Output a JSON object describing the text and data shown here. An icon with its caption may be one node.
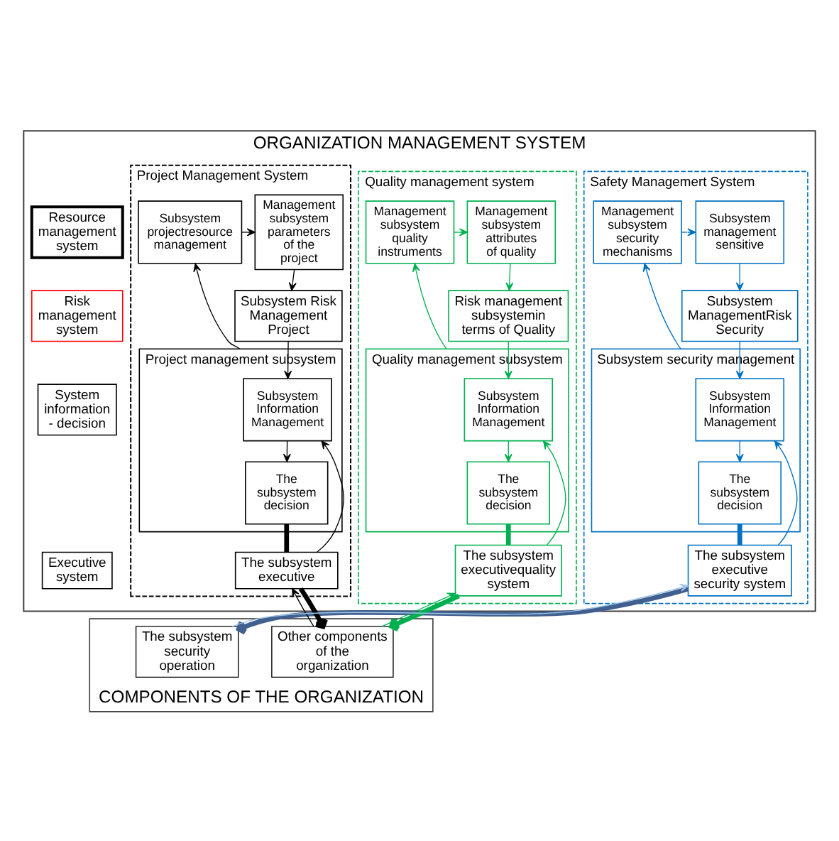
{
  "diagram": {
    "nodes": [
      {
        "text": [
          "ORGANIZATION MANAGEMENT SYSTEM"
        ]
      },
      {
        "text": [
          "Project Management System"
        ],
        "in": 0
      },
      {
        "text": [
          "Management subsystem parameters of the project"
        ],
        "in": 1
      },
      {
        "text": [
          "Subsystem projectresource management"
        ],
        "in": 1
      },
      {
        "text": [
          "Subsystem Risk Management Project"
        ],
        "in": 1
      },
      {
        "text": [
          "Project management subsystem"
        ],
        "in": 1
      },
      {
        "text": [
          "Subsystem Information Management"
        ],
        "in": 5
      },
      {
        "text": [
          "The subsystem decision"
        ],
        "in": 5
      },
      {
        "text": [
          "The subsystem executive"
        ],
        "in": 1
      },
      {
        "text": [
          "Quality management system"
        ],
        "in": 0
      },
      {
        "text": [
          "Management subsystem attributes of quality"
        ],
        "in": 9
      },
      {
        "text": [
          "Management subsystem quality instruments"
        ],
        "in": 9
      },
      {
        "text": [
          "Risk management subsystemin terms of Quality"
        ],
        "in": 9
      },
      {
        "text": [
          "Quality management subsystem"
        ],
        "in": 9
      },
      {
        "text": [
          "Subsystem Information Management"
        ],
        "in": 13
      },
      {
        "text": [
          "The subsystem decision"
        ],
        "in": 13
      },
      {
        "text": [
          "The subsystem executivequality system"
        ],
        "in": 9
      },
      {
        "text": [
          "Safety Managemert System"
        ],
        "in": 0
      },
      {
        "text": [
          "Subsystem management sensitive"
        ],
        "in": 17
      },
      {
        "text": [
          "Management subsystem security mechanisms"
        ],
        "in": 17
      },
      {
        "text": [
          "Subsystem ManagementRisk Security"
        ],
        "in": 17
      },
      {
        "text": [
          "Subsystem security management"
        ],
        "in": 17
      },
      {
        "text": [
          "Subsystem Information Management"
        ],
        "in": 21
      },
      {
        "text": [
          "The subsystem decision"
        ],
        "in": 21
      },
      {
        "text": [
          "The subsystem executive security system"
        ],
        "in": 17
      },
      {
        "text": [
          "Resource management system"
        ],
        "in": 0
      },
      {
        "text": [
          "Risk management system"
        ],
        "in": 0
      },
      {
        "text": [
          "System information - decision"
        ],
        "in": 0
      },
      {
        "text": [
          "Executive system"
        ],
        "in": 0
      },
      {
        "text": [
          "COMPONENTS OF THE ORGANIZATION"
        ]
      },
      {
        "text": [
          "Other components  of the organization"
        ],
        "in": 29
      },
      {
        "text": [
          "The subsystem security operation"
        ],
        "in": 29
      }
    ],
    "edges": [
      {
        "from": 3,
        "to": 2,
        "arrow": "to"
      },
      {
        "from": 2,
        "to": 4,
        "arrow": "to"
      },
      {
        "from": 4,
        "to": 6,
        "arrow": "to"
      },
      {
        "from": 5,
        "to": 3,
        "arrow": "to"
      },
      {
        "from": 6,
        "to": 7,
        "arrow": "to"
      },
      {
        "from": 7,
        "to": 8,
        "arrow": "none",
        "style": "thick"
      },
      {
        "from": 8,
        "to": 6,
        "arrow": "to"
      },
      {
        "from": 30,
        "to": 8,
        "arrow": "to"
      },
      {
        "from": 8,
        "to": 30,
        "arrow": "to",
        "style": "thick"
      },
      {
        "from": 11,
        "to": 10,
        "arrow": "to",
        "color": "#00b050"
      },
      {
        "from": 10,
        "to": 12,
        "arrow": "to",
        "color": "#00b050"
      },
      {
        "from": 12,
        "to": 14,
        "arrow": "to",
        "color": "#00b050"
      },
      {
        "from": 13,
        "to": 11,
        "arrow": "to",
        "color": "#00b050"
      },
      {
        "from": 14,
        "to": 15,
        "arrow": "to",
        "color": "#00b050"
      },
      {
        "from": 15,
        "to": 16,
        "arrow": "none",
        "style": "thick",
        "color": "#00b050"
      },
      {
        "from": 16,
        "to": 14,
        "arrow": "to",
        "color": "#00b050"
      },
      {
        "from": 30,
        "to": 16,
        "arrow": "to",
        "color": "#00b050"
      },
      {
        "from": 16,
        "to": 30,
        "arrow": "to",
        "style": "thick",
        "color": "#00b050"
      },
      {
        "from": 19,
        "to": 18,
        "arrow": "to",
        "color": "#0070c0"
      },
      {
        "from": 18,
        "to": 20,
        "arrow": "to",
        "color": "#0070c0"
      },
      {
        "from": 20,
        "to": 22,
        "arrow": "to",
        "color": "#0070c0"
      },
      {
        "from": 21,
        "to": 19,
        "arrow": "to",
        "color": "#0070c0"
      },
      {
        "from": 22,
        "to": 23,
        "arrow": "to",
        "color": "#0070c0"
      },
      {
        "from": 23,
        "to": 24,
        "arrow": "none",
        "style": "thick",
        "color": "#0070c0"
      },
      {
        "from": 24,
        "to": 22,
        "arrow": "to",
        "color": "#0070c0"
      },
      {
        "from": 31,
        "to": 24,
        "arrow": "to",
        "color": "#9dc3e6"
      },
      {
        "from": 24,
        "to": 31,
        "arrow": "to",
        "style": "thick",
        "color": "#41608f"
      }
    ]
  }
}
